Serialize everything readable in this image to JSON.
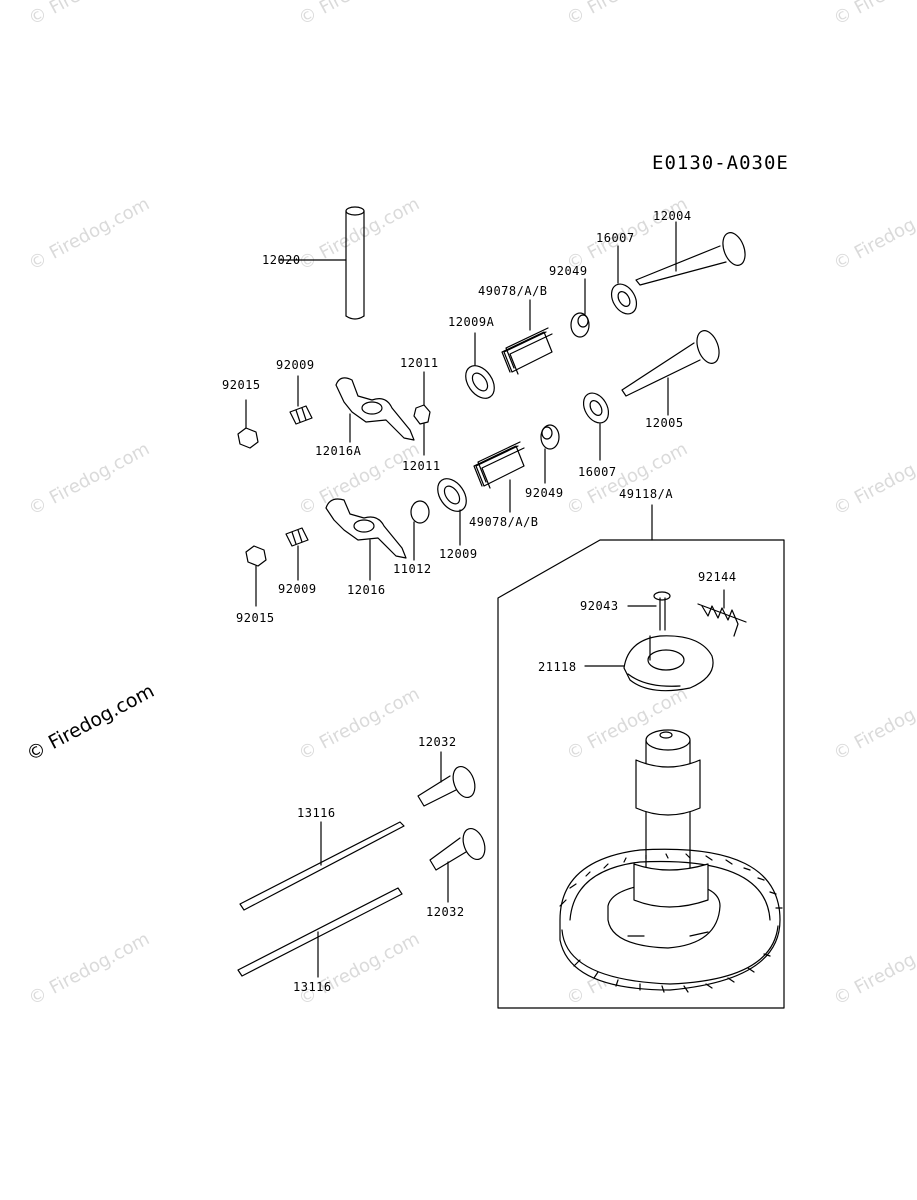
{
  "diagram_code": "E0130-A030E",
  "watermark": "© Firedog.com",
  "parts": [
    {
      "id": "p12020",
      "number": "12020"
    },
    {
      "id": "p12004",
      "number": "12004"
    },
    {
      "id": "p16007a",
      "number": "16007"
    },
    {
      "id": "p92049a",
      "number": "92049"
    },
    {
      "id": "p49078a",
      "number": "49078/A/B"
    },
    {
      "id": "p12009a",
      "number": "12009A"
    },
    {
      "id": "p12011a",
      "number": "12011"
    },
    {
      "id": "p92009a",
      "number": "92009"
    },
    {
      "id": "p92015a",
      "number": "92015"
    },
    {
      "id": "p12016a",
      "number": "12016A"
    },
    {
      "id": "p12011b",
      "number": "12011"
    },
    {
      "id": "p12005",
      "number": "12005"
    },
    {
      "id": "p16007b",
      "number": "16007"
    },
    {
      "id": "p92049b",
      "number": "92049"
    },
    {
      "id": "p49078b",
      "number": "49078/A/B"
    },
    {
      "id": "p49118",
      "number": "49118/A"
    },
    {
      "id": "p12009",
      "number": "12009"
    },
    {
      "id": "p11012",
      "number": "11012"
    },
    {
      "id": "p12016",
      "number": "12016"
    },
    {
      "id": "p92009b",
      "number": "92009"
    },
    {
      "id": "p92015b",
      "number": "92015"
    },
    {
      "id": "p92144",
      "number": "92144"
    },
    {
      "id": "p92043",
      "number": "92043"
    },
    {
      "id": "p21118",
      "number": "21118"
    },
    {
      "id": "p12032a",
      "number": "12032"
    },
    {
      "id": "p13116a",
      "number": "13116"
    },
    {
      "id": "p12032b",
      "number": "12032"
    },
    {
      "id": "p13116b",
      "number": "13116"
    }
  ]
}
